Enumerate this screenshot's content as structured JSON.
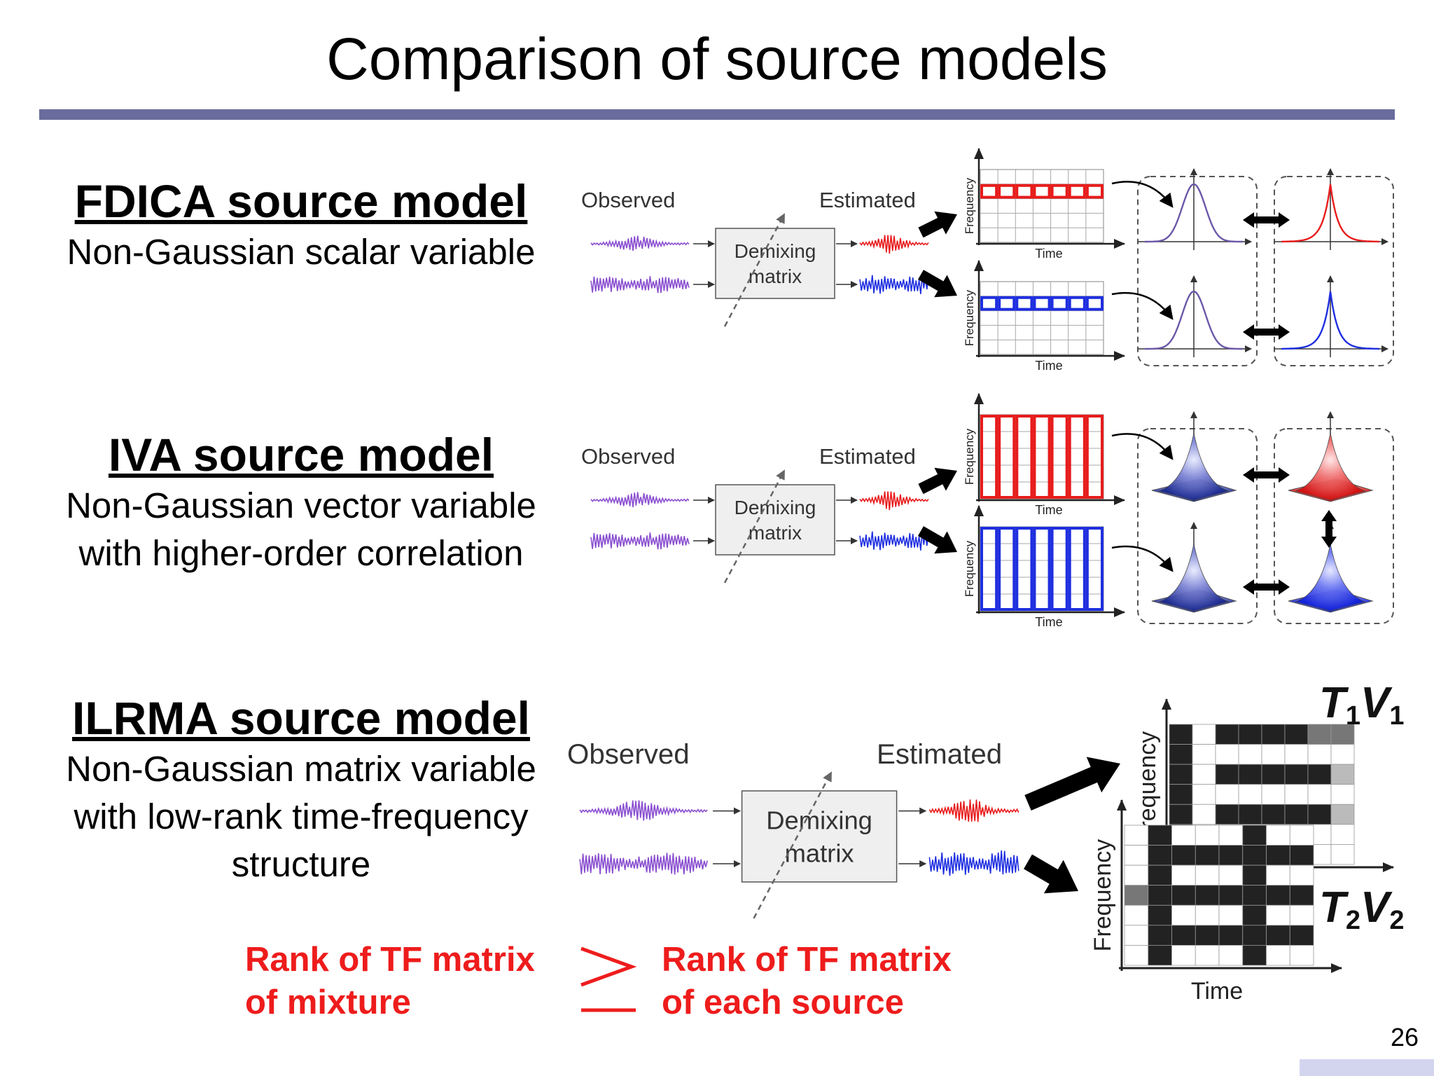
{
  "title": "Comparison of source models",
  "models": [
    {
      "heading": "FDICA source model",
      "lines": [
        "Non-Gaussian scalar variable"
      ]
    },
    {
      "heading": "IVA source model",
      "lines": [
        "Non-Gaussian vector variable",
        "with higher-order correlation"
      ]
    },
    {
      "heading": "ILRMA source model",
      "lines": [
        "Non-Gaussian matrix variable",
        "with low-rank time-frequency",
        "structure"
      ]
    }
  ],
  "diagram": {
    "observed": "Observed",
    "estimated": "Estimated",
    "demixing": [
      "Demixing",
      "matrix"
    ],
    "frequency": "Frequency",
    "time": "Time",
    "t1v1": "T1V1",
    "t2v2": "T2V2"
  },
  "rank": {
    "left": [
      "Rank of TF matrix",
      "of mixture"
    ],
    "right": [
      "Rank of TF matrix",
      "of each source"
    ]
  },
  "page_number": "26",
  "colors": {
    "title_rule": "#696c9c",
    "observed_wave": "#8a4fd0",
    "source1": "#e81c1c",
    "source2": "#1f2fe0",
    "rank_text": "#ee1c1c",
    "footer_bar": "#d3d5ef"
  }
}
